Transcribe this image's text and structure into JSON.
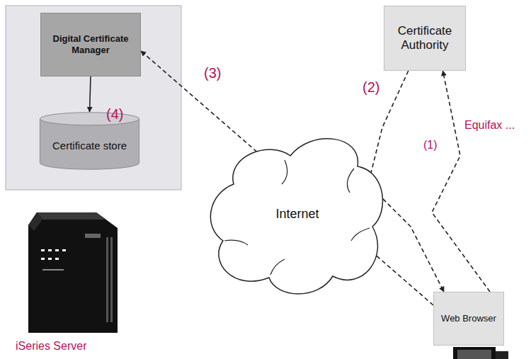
{
  "diagram": {
    "nodes": [
      {
        "text": [
          "Digital Certificate Manager"
        ]
      },
      {
        "text": [
          "Certificate store"
        ]
      },
      {
        "text": [
          "Internet"
        ]
      },
      {
        "text": [
          "Certificate Authority"
        ]
      },
      {
        "text": [
          "Web Browser"
        ]
      }
    ],
    "edges": [
      {
        "from": 0,
        "to": 1,
        "label": "(4)",
        "arrow": "to"
      },
      {
        "from": 4,
        "to": 0,
        "label": "(3)",
        "arrow": "to"
      },
      {
        "from": 3,
        "to": 4,
        "label": "(2)",
        "arrow": "to"
      },
      {
        "from": 4,
        "to": 3,
        "label": "(1)",
        "arrow": "to"
      }
    ],
    "labels": [
      "Equifax ...",
      "iSeries Server"
    ]
  }
}
